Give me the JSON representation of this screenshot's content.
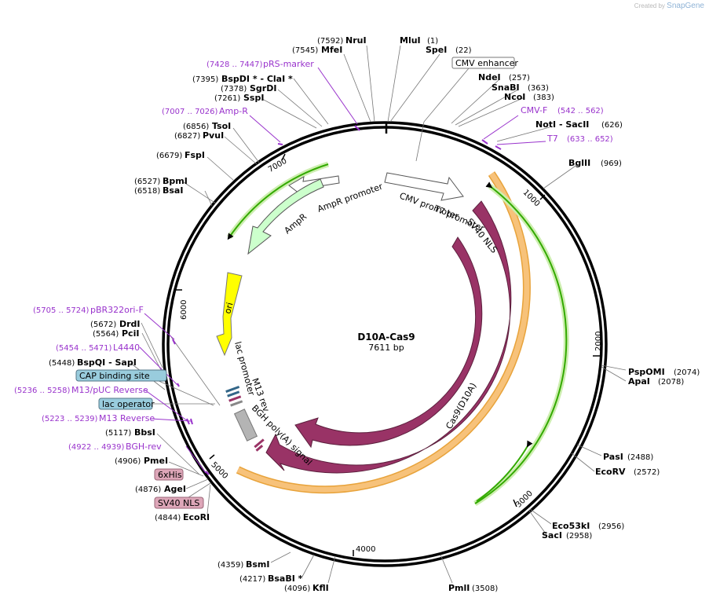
{
  "watermark": {
    "created_by": "Created by",
    "brand": "SnapGene"
  },
  "plasmid": {
    "name": "D10A-Cas9",
    "length_label": "7611 bp"
  },
  "ticks": [
    "1000",
    "2000",
    "3000",
    "4000",
    "5000",
    "6000",
    "7000"
  ],
  "enzymes": [
    {
      "name": "NruI",
      "pos": "(7592)"
    },
    {
      "name": "MluI",
      "pos": "(1)"
    },
    {
      "name": "MfeI",
      "pos": "(7545)"
    },
    {
      "name": "SpeI",
      "pos": "(22)"
    },
    {
      "name": "BspDI * - ClaI *",
      "pos": "(7395)"
    },
    {
      "name": "SgrDI",
      "pos": "(7378)"
    },
    {
      "name": "SspI",
      "pos": "(7261)"
    },
    {
      "name": "NdeI",
      "pos": "(257)"
    },
    {
      "name": "SnaBI",
      "pos": "(363)"
    },
    {
      "name": "NcoI",
      "pos": "(383)"
    },
    {
      "name": "TsoI",
      "pos": "(6856)"
    },
    {
      "name": "PvuI",
      "pos": "(6827)"
    },
    {
      "name": "NotI - SacII",
      "pos": "(626)"
    },
    {
      "name": "FspI",
      "pos": "(6679)"
    },
    {
      "name": "BglII",
      "pos": "(969)"
    },
    {
      "name": "BpmI",
      "pos": "(6527)"
    },
    {
      "name": "BsaI",
      "pos": "(6518)"
    },
    {
      "name": "DrdI",
      "pos": "(5672)"
    },
    {
      "name": "PciI",
      "pos": "(5564)"
    },
    {
      "name": "BspQI - SapI",
      "pos": "(5448)"
    },
    {
      "name": "PspOMI",
      "pos": "(2074)"
    },
    {
      "name": "ApaI",
      "pos": "(2078)"
    },
    {
      "name": "BbsI",
      "pos": "(5117)"
    },
    {
      "name": "PmeI",
      "pos": "(4906)"
    },
    {
      "name": "PasI",
      "pos": "(2488)"
    },
    {
      "name": "AgeI",
      "pos": "(4876)"
    },
    {
      "name": "EcoRV",
      "pos": "(2572)"
    },
    {
      "name": "EcoRI",
      "pos": "(4844)"
    },
    {
      "name": "Eco53kI",
      "pos": "(2956)"
    },
    {
      "name": "SacI",
      "pos": "(2958)"
    },
    {
      "name": "BsmI",
      "pos": "(4359)"
    },
    {
      "name": "BsaBI *",
      "pos": "(4217)"
    },
    {
      "name": "KflI",
      "pos": "(4096)"
    },
    {
      "name": "PmlI",
      "pos": "(3508)"
    }
  ],
  "primers": [
    {
      "name": "pRS-marker",
      "pos": "(7428 .. 7447)"
    },
    {
      "name": "Amp-R",
      "pos": "(7007 .. 7026)"
    },
    {
      "name": "CMV-F",
      "pos": "(542 .. 562)"
    },
    {
      "name": "T7",
      "pos": "(633 .. 652)"
    },
    {
      "name": "pBR322ori-F",
      "pos": "(5705 .. 5724)"
    },
    {
      "name": "L4440",
      "pos": "(5454 .. 5471)"
    },
    {
      "name": "M13/pUC Reverse",
      "pos": "(5236 .. 5258)"
    },
    {
      "name": "M13 Reverse",
      "pos": "(5223 .. 5239)"
    },
    {
      "name": "BGH-rev",
      "pos": "(4922 .. 4939)"
    }
  ],
  "boxed_features": [
    {
      "name": "CMV enhancer",
      "style": "plain"
    },
    {
      "name": "CAP binding site",
      "style": "blue"
    },
    {
      "name": "lac operator",
      "style": "blue"
    },
    {
      "name": "6xHis",
      "style": "pink"
    },
    {
      "name": "SV40 NLS",
      "style": "pink"
    }
  ],
  "features": {
    "cmv_promoter": "CMV promoter",
    "t7_promoter": "T7 promoter",
    "sv40_nls": "SV40 NLS",
    "ampr_promoter": "AmpR promoter",
    "ampr": "AmpR",
    "ori": "ori",
    "cas9_d10a": "Cas9(D10A)",
    "cas9": "Cas9",
    "lac_promoter": "lac promoter",
    "m13_rev": "M13 rev",
    "bgh_polya": "BGH poly(A) signal"
  },
  "colors": {
    "backbone": "#000000",
    "cas9": "#993366",
    "ampr": "#ccffcc",
    "ori": "#ffff00",
    "orf_fill": "#f7c27a",
    "orf_line": "#e8a33b",
    "translation": "#66cc00",
    "primer": "#9933cc",
    "promoter": "#ffffff",
    "polya": "#b4b4b4",
    "blue_box": "#99ccdd",
    "pink_box": "#dda6b8"
  }
}
